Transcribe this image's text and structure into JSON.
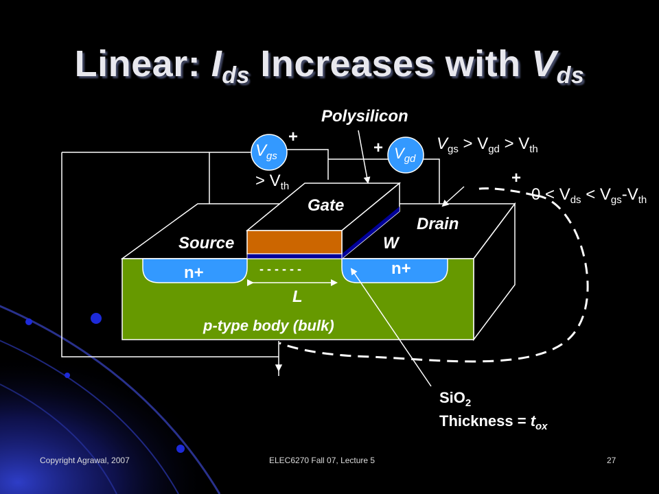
{
  "slide": {
    "title_prefix": "Linear: ",
    "title_I": "I",
    "title_ds1": "ds",
    "title_mid": " Increases with ",
    "title_V": "V",
    "title_ds2": "ds"
  },
  "labels": {
    "polysilicon": "Polysilicon",
    "gate": "Gate",
    "drain": "Drain",
    "source": "Source",
    "w": "W",
    "l": "L",
    "n_plus_left": "n+",
    "n_plus_right": "n+",
    "body": "p-type body (bulk)",
    "channel_charge": "- - - - - -",
    "sio2": "SiO",
    "sio2_sub": "2",
    "thickness": "Thickness = ",
    "t": "t",
    "t_sub": "ox"
  },
  "sources": {
    "vgs_main": "V",
    "vgs_sub": "gs",
    "vgd_main": "V",
    "vgd_sub": "gd",
    "plus": "+"
  },
  "conditions": {
    "gt": "> V",
    "th": "th",
    "c1_v1": "V",
    "c1_s1": "gs",
    "c1_mid": " > V",
    "c1_s2": "gd",
    "c1_end": " > V",
    "c1_s3": "th",
    "c2_start": "0 < V",
    "c2_s1": "ds",
    "c2_mid": " < V",
    "c2_s2": "gs",
    "c2_end": "-V",
    "c2_s3": "th"
  },
  "footer": {
    "left": "Copyright Agrawal, 2007",
    "center": "ELEC6270 Fall 07, Lecture 5",
    "page": "27"
  },
  "colors": {
    "body": "#669900",
    "n_plus": "#3399ff",
    "gate": "#cc6600",
    "oxide": "#000099",
    "source_circle": "#3399ff"
  }
}
